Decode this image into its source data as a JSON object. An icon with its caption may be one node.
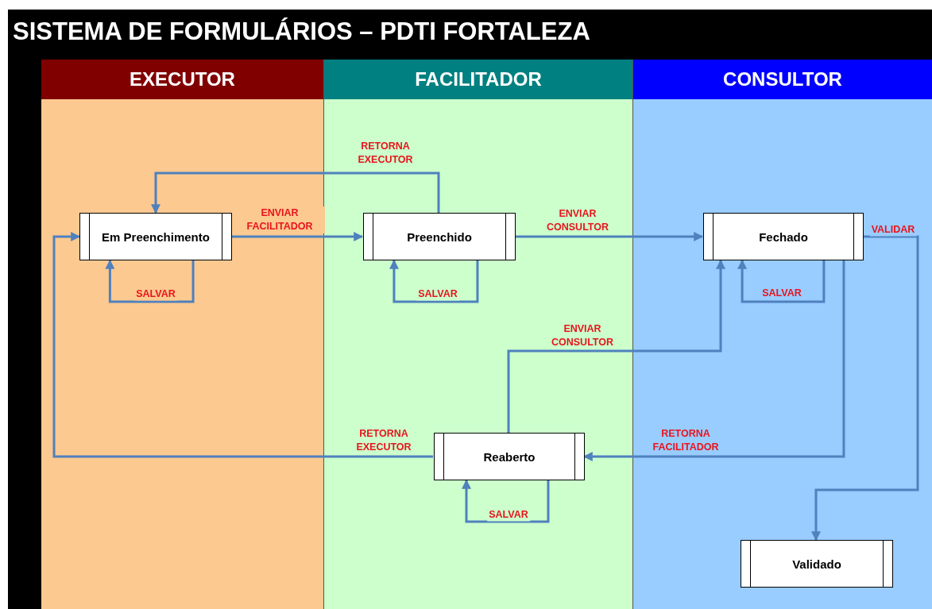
{
  "diagram": {
    "title": "SISTEMA DE FORMULÁRIOS – PDTI FORTALEZA",
    "nodes": [
      {
        "text": [
          "EXECUTOR"
        ]
      },
      {
        "text": [
          "FACILITADOR"
        ]
      },
      {
        "text": [
          "CONSULTOR"
        ]
      },
      {
        "text": [
          "Em Preenchimento"
        ],
        "in": 0
      },
      {
        "text": [
          "Preenchido"
        ],
        "in": 1
      },
      {
        "text": [
          "Fechado"
        ],
        "in": 2
      },
      {
        "text": [
          "Reaberto"
        ],
        "in": 1
      },
      {
        "text": [
          "Validado"
        ],
        "in": 2
      }
    ],
    "edges": [
      {
        "from": 3,
        "to": 4,
        "arrow": "to",
        "label": "ENVIAR FACILITADOR"
      },
      {
        "from": 3,
        "to": 3,
        "arrow": "to",
        "label": "SALVAR"
      },
      {
        "from": 4,
        "to": 3,
        "arrow": "to",
        "label": "RETORNA EXECUTOR"
      },
      {
        "from": 4,
        "to": 5,
        "arrow": "to",
        "label": "ENVIAR CONSULTOR"
      },
      {
        "from": 4,
        "to": 4,
        "arrow": "to",
        "label": "SALVAR"
      },
      {
        "from": 5,
        "to": 5,
        "arrow": "to",
        "label": "SALVAR"
      },
      {
        "from": 5,
        "to": 7,
        "arrow": "to",
        "label": "VALIDAR"
      },
      {
        "from": 5,
        "to": 6,
        "arrow": "to",
        "label": "RETORNA FACILITADOR"
      },
      {
        "from": 6,
        "to": 5,
        "arrow": "to",
        "label": "ENVIAR CONSULTOR"
      },
      {
        "from": 6,
        "to": 3,
        "arrow": "to",
        "label": "RETORNA EXECUTOR"
      },
      {
        "from": 6,
        "to": 6,
        "arrow": "to",
        "label": "SALVAR"
      }
    ]
  }
}
